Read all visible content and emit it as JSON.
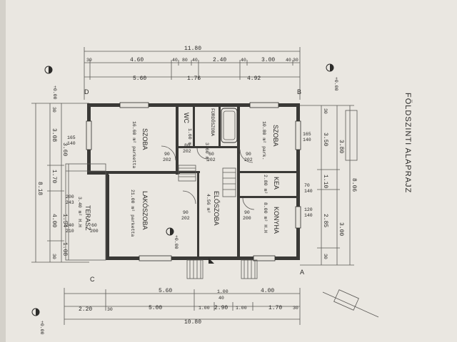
{
  "sheet": {
    "title": "FÖLDSZINTI   ALAPRAJZ",
    "corners": {
      "a": "A",
      "b": "B",
      "c": "C",
      "d": "D"
    },
    "elevations": [
      "+0.00",
      "+0.00",
      "+0.00",
      "+0.00"
    ]
  },
  "dims_top": {
    "overall": "11.80",
    "row1": [
      "30",
      "4.60",
      "40",
      "80",
      "40",
      "2.40",
      "40",
      "3.00",
      "40",
      "30"
    ],
    "row2": [
      "5.60",
      "1.76",
      "4.92"
    ]
  },
  "dims_bottom": {
    "row1": [
      "5.60",
      "4.00"
    ],
    "row2": [
      "2.20",
      "30",
      "5.00",
      "1.00",
      "2.90",
      "1.00",
      "1.70",
      "30"
    ],
    "overall": "10.80",
    "extra": [
      "40",
      "1.00"
    ]
  },
  "dims_left": {
    "row1": [
      "30",
      "3.08",
      "1.70",
      "4.00",
      "30"
    ],
    "row2": [
      "3.60",
      "1.54",
      "1.08"
    ],
    "overall": "8.18",
    "openings": [
      "165",
      "140",
      "200",
      "243",
      "240",
      "210"
    ]
  },
  "dims_right": {
    "row1": [
      "30",
      "3.50",
      "1.10",
      "2.85",
      "30"
    ],
    "row2": [
      "3.80",
      "3.00"
    ],
    "overall": "8.06",
    "openings": [
      "165",
      "140",
      "70",
      "140",
      "120",
      "140"
    ]
  },
  "rooms": [
    {
      "name": "SZOBA",
      "area": "16.60 m² parketta"
    },
    {
      "name": "SZOBA",
      "area": "10.80 m² park."
    },
    {
      "name": "WC",
      "area": "1.60 m²"
    },
    {
      "name": "FÜRDŐSZOBA",
      "area": "3.60 m²"
    },
    {
      "name": "KEA",
      "area": "2.80 m²"
    },
    {
      "name": "KONYHA",
      "area": "8.00 m² H.H"
    },
    {
      "name": "LAKÓSZOBA",
      "area": "21.00 m² parketta"
    },
    {
      "name": "ELŐSZOBA",
      "area": "4.56 m²"
    },
    {
      "name": "TERASZ",
      "area": "3.40 m² H.H"
    }
  ],
  "door_labels": [
    "90",
    "202",
    "80",
    "202",
    "60",
    "202",
    "90",
    "202",
    "90",
    "202",
    "90",
    "200",
    "60",
    "200"
  ],
  "colors": {
    "paper": "#e7e4dd",
    "ink": "#2a2927",
    "shadow": "#d9d6cf"
  }
}
